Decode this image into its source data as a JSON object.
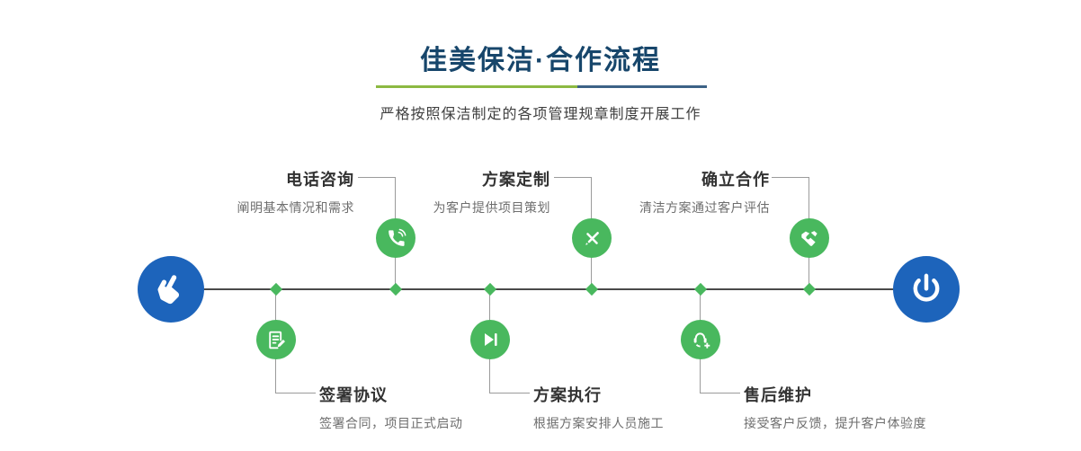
{
  "header": {
    "title": "佳美保洁·合作流程",
    "subtitle": "严格按照保洁制定的各项管理规章制度开展工作"
  },
  "colors": {
    "title_text": "#17466b",
    "underline_green": "#8cb942",
    "underline_blue": "#3c6286",
    "node_green": "#49b85e",
    "node_blue": "#1d64bb",
    "timeline": "#4a4a4a",
    "connector": "#9b9b9b"
  },
  "flow": {
    "start_node": {
      "icon": "hand-pointer-icon"
    },
    "end_node": {
      "icon": "power-icon"
    },
    "top_steps": [
      {
        "title": "电话咨询",
        "desc": "阐明基本情况和需求",
        "icon": "phone-icon"
      },
      {
        "title": "方案定制",
        "desc": "为客户提供项目策划",
        "icon": "design-tools-icon"
      },
      {
        "title": "确立合作",
        "desc": "清洁方案通过客户评估",
        "icon": "handshake-icon"
      }
    ],
    "bottom_steps": [
      {
        "title": "签署协议",
        "desc": "签署合同，项目正式启动",
        "icon": "contract-icon"
      },
      {
        "title": "方案执行",
        "desc": "根据方案安排人员施工",
        "icon": "play-forward-icon"
      },
      {
        "title": "售后维护",
        "desc": "接受客户反馈，提升客户体验度",
        "icon": "headset-support-icon"
      }
    ]
  }
}
